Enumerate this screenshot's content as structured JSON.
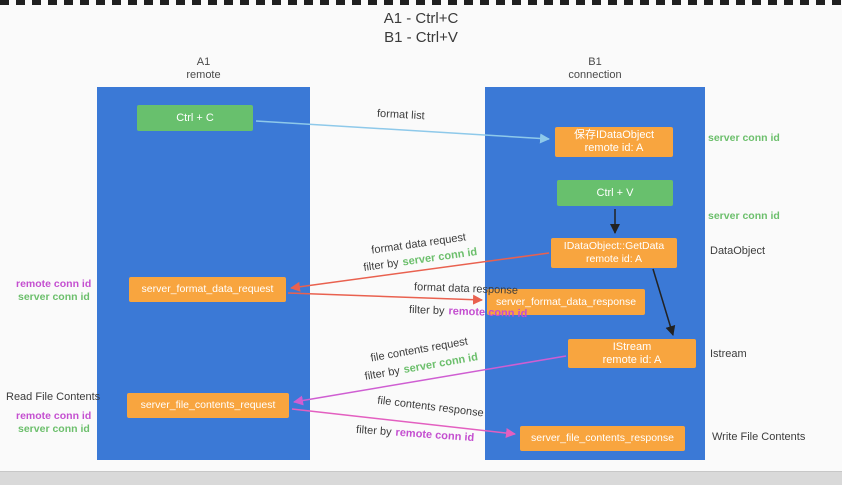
{
  "title": {
    "line1": "A1 - Ctrl+C",
    "line2": "B1 - Ctrl+V"
  },
  "lanes": {
    "left": {
      "name": "A1",
      "role": "remote"
    },
    "right": {
      "name": "B1",
      "role": "connection"
    }
  },
  "boxes": {
    "ctrl_c": {
      "label": "Ctrl + C"
    },
    "save_idataobject": {
      "line1": "保存IDataObject",
      "line2": "remote id: A"
    },
    "ctrl_v": {
      "label": "Ctrl + V"
    },
    "getdata": {
      "line1": "IDataObject::GetData",
      "line2": "remote id: A"
    },
    "format_request": {
      "label": "server_format_data_request"
    },
    "format_response": {
      "label": "server_format_data_response"
    },
    "istream": {
      "line1": "IStream",
      "line2": "remote id: A"
    },
    "file_request": {
      "label": "server_file_contents_request"
    },
    "file_response": {
      "label": "server_file_contents_response"
    }
  },
  "labels": {
    "format_list": "format list",
    "format_data_request": "format data request",
    "format_data_response": "format data response",
    "file_contents_request": "file contents request",
    "file_contents_response": "file contents response",
    "filter_by": "filter by",
    "server_conn_id": "server conn id",
    "remote_conn_id": "remote conn id",
    "dataobject": "DataObject",
    "istream": "Istream",
    "read_file_contents": "Read File Contents",
    "write_file_contents": "Write File Contents"
  },
  "colors": {
    "lane_blue": "#3b79d6",
    "box_green": "#68c06d",
    "box_orange": "#f8a53f",
    "arrow_light_blue": "#8ec9ea",
    "arrow_red": "#e9614f",
    "arrow_black": "#222222",
    "arrow_magenta": "#cf5ed2",
    "arrow_pink": "#e35fc0",
    "text_green": "#6cbf6c",
    "text_magenta": "#c44fd0",
    "text_dark": "#3c3c3c"
  }
}
